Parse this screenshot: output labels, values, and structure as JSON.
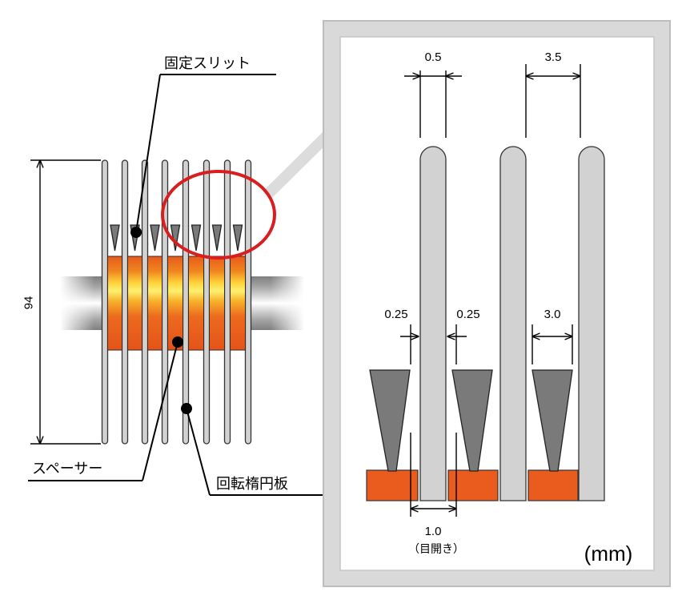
{
  "left": {
    "fixed_slit_label": "固定スリット",
    "spacer_label": "スペーサー",
    "rotating_disk_label": "回転楕円板",
    "height_value": "94"
  },
  "detail": {
    "plate_dim": "0.5",
    "pitch_dim": "3.5",
    "clearance_left": "0.25",
    "clearance_right": "0.25",
    "slit_width": "3.0",
    "opening_value": "1.0",
    "opening_note": "（目開き）",
    "unit": "(mm)"
  },
  "colors": {
    "spacer_orange": "#e85a1c",
    "highlight_red": "#d81e1e",
    "plate_grey": "#d2d2d2",
    "slit_grey": "#7a7a7a",
    "frame_grey": "#d9d9d9"
  }
}
